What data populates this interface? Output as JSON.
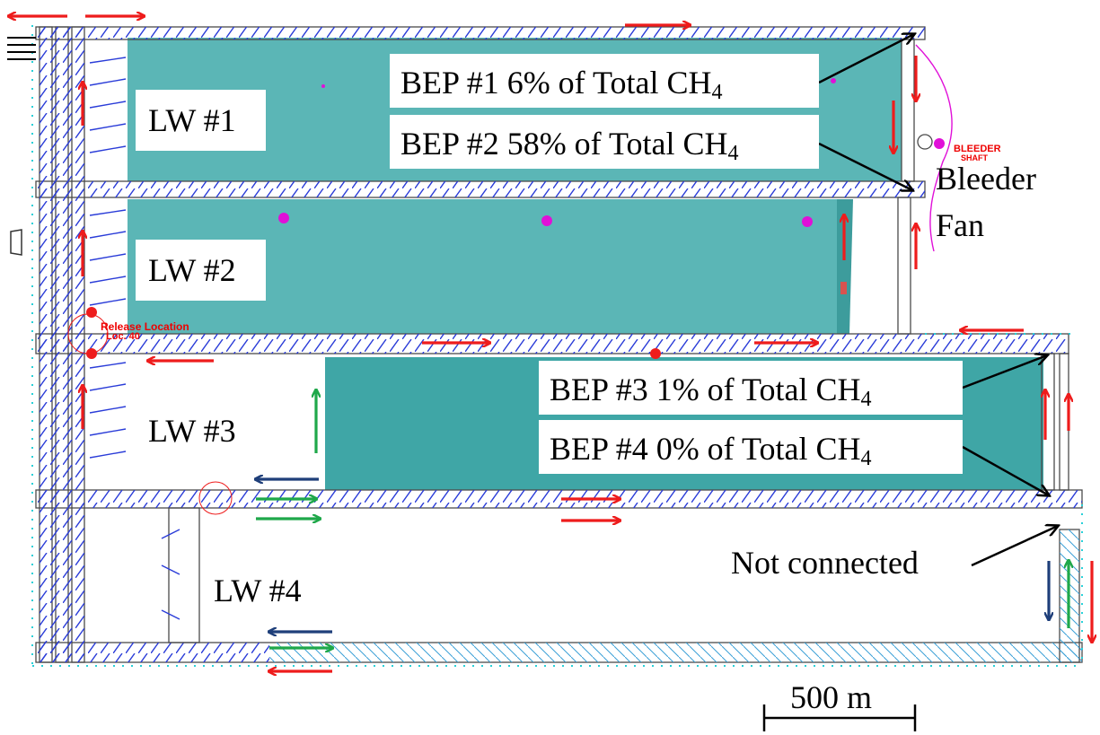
{
  "panels": {
    "lw1": "LW #1",
    "lw2": "LW #2",
    "lw3": "LW #3",
    "lw4": "LW #4"
  },
  "beps": [
    {
      "prefix": "BEP #1  6% of Total CH",
      "sub": "4"
    },
    {
      "prefix": "BEP #2 58% of Total CH",
      "sub": "4"
    },
    {
      "prefix": "BEP #3  1% of Total CH",
      "sub": "4"
    },
    {
      "prefix": "BEP #4  0% of Total CH",
      "sub": "4"
    }
  ],
  "bleeder_fan": {
    "line1": "Bleeder",
    "line2": "Fan"
  },
  "not_connected": "Not connected",
  "scale_bar": {
    "label": "500 m"
  },
  "map_annotations": {
    "bleeder_shaft_1": "BLEEDER",
    "bleeder_shaft_2": "SHAFT",
    "release_location_1": "Release Location",
    "release_location_2": "Loc. 40"
  },
  "colors": {
    "gob_fill": "#5bb6b6",
    "gob_fill_dark": "#3fa6a6",
    "airflow_red": "#ee1c1c",
    "airflow_green": "#1fa84a",
    "airflow_navy": "#1f3f7a",
    "entry_line": "#4a4a4a",
    "crosscut_blue": "#2a3cd8",
    "survey_cyan": "#28d0d8",
    "magenta": "#e010d8"
  }
}
